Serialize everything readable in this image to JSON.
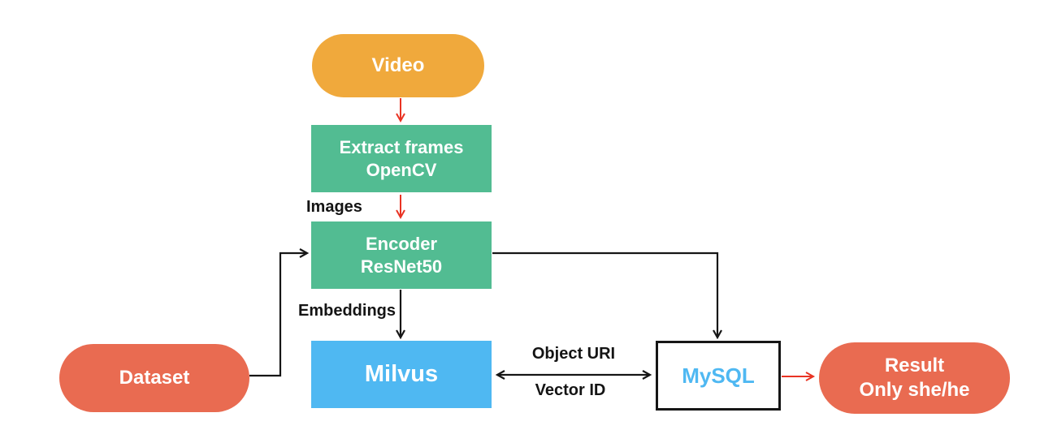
{
  "diagram": {
    "title": "video search pipeline flowchart",
    "nodes": {
      "video": {
        "label": "Video",
        "shape": "pill",
        "color_key": "orange"
      },
      "extract_frames": {
        "line1": "Extract frames",
        "line2": "OpenCV",
        "shape": "rect",
        "color_key": "green"
      },
      "encoder": {
        "line1": "Encoder",
        "line2": "ResNet50",
        "shape": "rect",
        "color_key": "green"
      },
      "milvus": {
        "label": "Milvus",
        "shape": "rect",
        "color_key": "blue"
      },
      "dataset": {
        "label": "Dataset",
        "shape": "pill",
        "color_key": "coral"
      },
      "mysql": {
        "label": "MySQL",
        "shape": "rect-outlined",
        "color_key": "mysql_text"
      },
      "result": {
        "line1": "Result",
        "line2": "Only she/he",
        "shape": "pill",
        "color_key": "coral"
      }
    },
    "edge_labels": {
      "images": "Images",
      "embeddings": "Embeddings",
      "object_uri": "Object URI",
      "vector_id": "Vector ID"
    },
    "edges": [
      {
        "from": "video",
        "to": "extract_frames",
        "color": "red"
      },
      {
        "from": "extract_frames",
        "to": "encoder",
        "color": "red",
        "label": "Images"
      },
      {
        "from": "encoder",
        "to": "milvus",
        "color": "black",
        "label": "Embeddings"
      },
      {
        "from": "dataset",
        "to": "encoder",
        "color": "black"
      },
      {
        "from": "encoder",
        "to": "mysql",
        "color": "black"
      },
      {
        "from": "milvus",
        "to": "mysql",
        "color": "black",
        "bidirectional": true,
        "labels": [
          "Object URI",
          "Vector ID"
        ]
      },
      {
        "from": "mysql",
        "to": "result",
        "color": "red"
      }
    ],
    "colors": {
      "orange": "#F0A93C",
      "green": "#52BC92",
      "blue": "#4FB8F2",
      "coral": "#E96B51",
      "mysql_text": "#4FB8F2",
      "red_arrow": "#E93323",
      "black_arrow": "#161616"
    }
  }
}
